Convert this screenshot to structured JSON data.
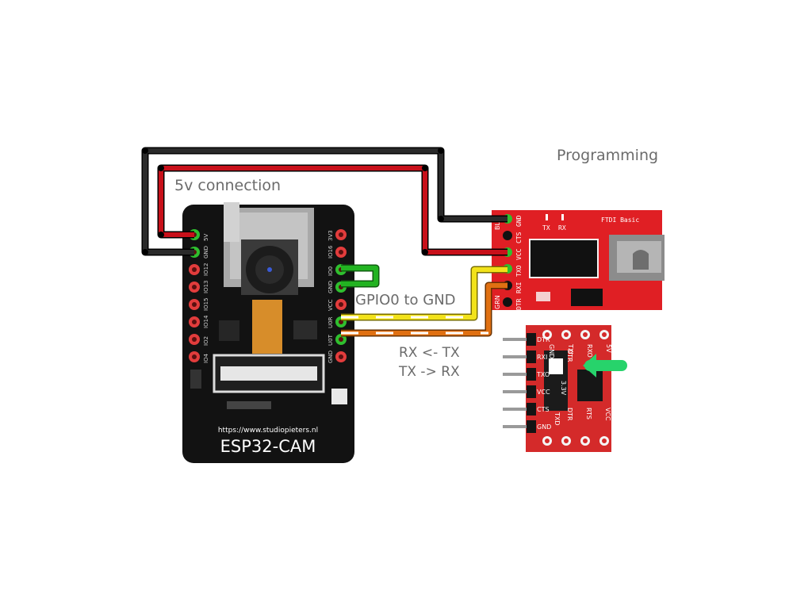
{
  "labels": {
    "programming": "Programming",
    "five_v_connection": "5v connection",
    "gpio0_to_gnd": "GPIO0 to GND",
    "rx_tx": "RX <- TX",
    "tx_rx": "TX -> RX"
  },
  "esp32": {
    "name": "ESP32-CAM",
    "url": "https://www.studiopieters.nl",
    "left_pins": [
      "5V",
      "GND",
      "IO12",
      "IO13",
      "IO15",
      "IO14",
      "IO2",
      "IO4"
    ],
    "right_pins": [
      "3V3",
      "IO16",
      "IO0",
      "GND",
      "VCC",
      "U0R",
      "U0T",
      "GND"
    ]
  },
  "ftdi": {
    "title": "FTDI Basic",
    "tx_led": "TX",
    "rx_led": "RX",
    "pins": [
      "GND",
      "CTS",
      "VCC",
      "TXO",
      "RXI",
      "DTR"
    ],
    "side_label": "GRN",
    "top_label": "BLK"
  },
  "ftdi_small": {
    "top_pins": [
      "GND",
      "TXI",
      "RXO",
      "5V"
    ],
    "bottom_pins": [
      "DTR",
      "RTS",
      "VCC"
    ],
    "mid_labels": [
      "TXD",
      "3.3V",
      "DTR"
    ],
    "side_labels": [
      "DTR",
      "RXI",
      "TXO",
      "VCC",
      "CTS",
      "GND"
    ]
  },
  "colors": {
    "wire_black": "#1a1a1a",
    "wire_red": "#c8101a",
    "wire_green": "#22b321",
    "wire_yellow": "#f2e21a",
    "wire_orange": "#e07012",
    "board_esp": "#111111",
    "board_ftdi": "#e01f24",
    "arrow_green": "#27d36b"
  }
}
